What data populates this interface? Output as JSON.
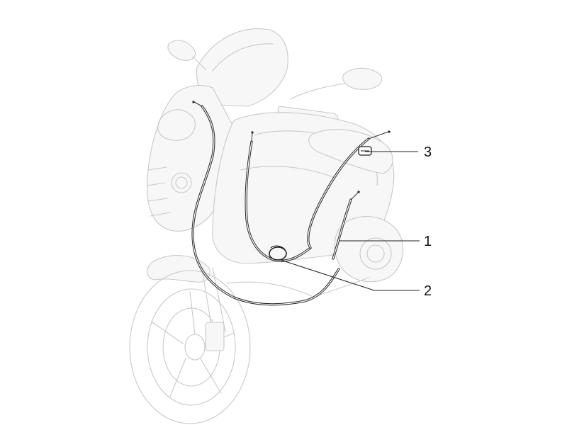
{
  "diagram": {
    "callouts": [
      {
        "id": "1",
        "label": "1"
      },
      {
        "id": "2",
        "label": "2"
      },
      {
        "id": "3",
        "label": "3"
      }
    ],
    "colors": {
      "background": "#ffffff",
      "scooter_outline": "#c9c9c9",
      "cable": "#2a2a2a",
      "callout_text": "#111111"
    }
  }
}
